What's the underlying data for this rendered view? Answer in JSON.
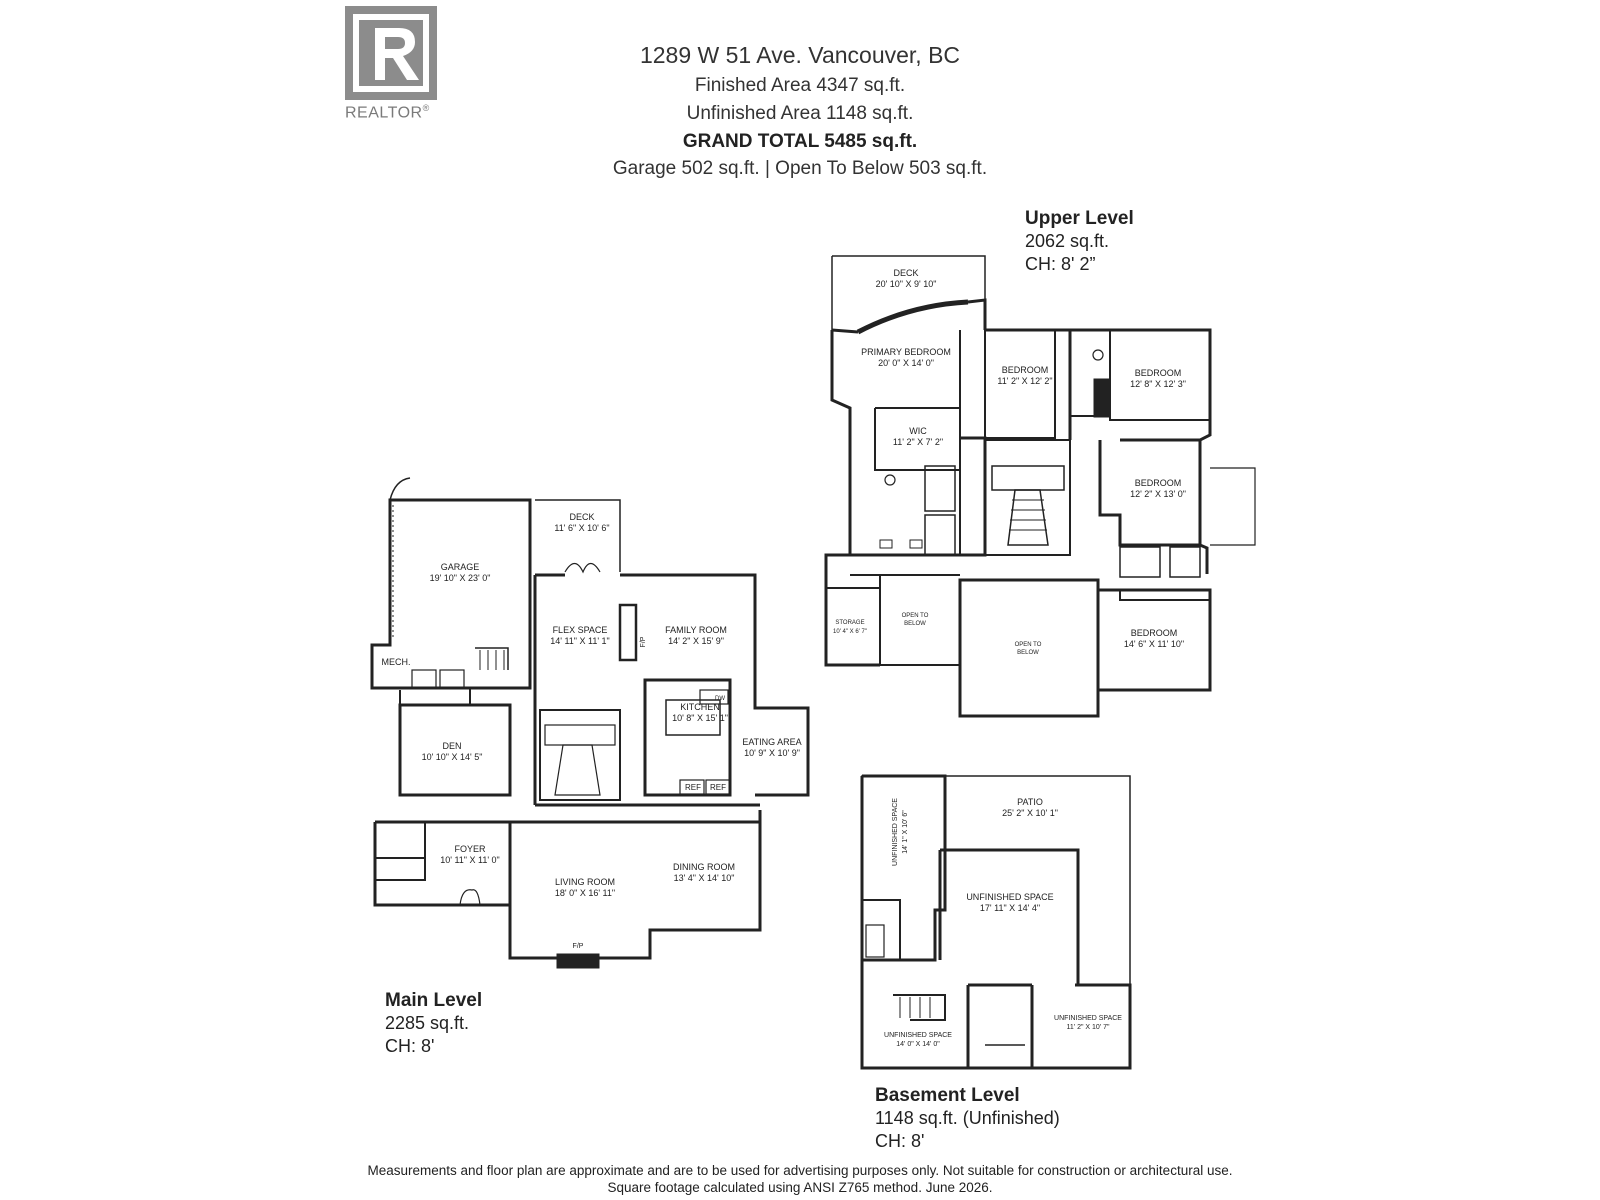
{
  "logo": {
    "mark": "R",
    "word": "REALTOR",
    "reg": "®"
  },
  "header": {
    "address": "1289 W 51 Ave. Vancouver, BC",
    "finished": "Finished Area  4347 sq.ft.",
    "unfinished": "Unfinished Area  1148 sq.ft.",
    "grand_total": "GRAND TOTAL 5485 sq.ft.",
    "garage_open": "Garage  502 sq.ft.  |  Open To Below 503 sq.ft."
  },
  "levels": {
    "upper": {
      "title": "Upper Level",
      "area": "2062 sq.ft.",
      "ch": "CH: 8' 2”"
    },
    "main": {
      "title": "Main Level",
      "area": "2285 sq.ft.",
      "ch": "CH: 8'"
    },
    "basement": {
      "title": "Basement Level",
      "area": "1148 sq.ft. (Unfinished)",
      "ch": "CH: 8'"
    }
  },
  "rooms": {
    "upper_deck": {
      "name": "DECK",
      "dim": "20' 10\" X 9' 10\""
    },
    "primary_bedroom": {
      "name": "PRIMARY BEDROOM",
      "dim": "20' 0\" X 14' 0\""
    },
    "bedroom_a": {
      "name": "BEDROOM",
      "dim": "11' 2\" X 12' 2\""
    },
    "bedroom_b": {
      "name": "BEDROOM",
      "dim": "12' 8\" X 12' 3\""
    },
    "wic": {
      "name": "WIC",
      "dim": "11' 2\" X 7' 2\""
    },
    "bedroom_c": {
      "name": "BEDROOM",
      "dim": "12' 2\" X 13' 0\""
    },
    "storage": {
      "name": "STORAGE",
      "dim": "10' 4\" X 6' 7\""
    },
    "open_below_a": {
      "name": "OPEN TO",
      "name2": "BELOW"
    },
    "open_below_b": {
      "name": "OPEN TO",
      "name2": "BELOW"
    },
    "bedroom_d": {
      "name": "BEDROOM",
      "dim": "14' 6\" X 11' 10\""
    },
    "garage": {
      "name": "GARAGE",
      "dim": "19' 10\" X 23' 0\""
    },
    "main_deck": {
      "name": "DECK",
      "dim": "11' 6\" X 10' 6\""
    },
    "flex_space": {
      "name": "FLEX SPACE",
      "dim": "14' 11\" X 11' 1\""
    },
    "family_room": {
      "name": "FAMILY ROOM",
      "dim": "14' 2\" X 15' 9\""
    },
    "fp_family": {
      "name": "F/P"
    },
    "mech": {
      "name": "MECH."
    },
    "kitchen": {
      "name": "KITCHEN",
      "dim": "10' 8\" X 15' 1\""
    },
    "dw": {
      "name": "DW"
    },
    "ref_a": {
      "name": "REF"
    },
    "ref_b": {
      "name": "REF"
    },
    "eating_area": {
      "name": "EATING AREA",
      "dim": "10' 9\" X 10' 9\""
    },
    "den": {
      "name": "DEN",
      "dim": "10' 10\" X 14' 5\""
    },
    "foyer": {
      "name": "FOYER",
      "dim": "10' 11\" X 11' 0\""
    },
    "living_room": {
      "name": "LIVING ROOM",
      "dim": "18' 0\" X 16' 11\""
    },
    "dining_room": {
      "name": "DINING ROOM",
      "dim": "13' 4\" X 14' 10\""
    },
    "fp_living": {
      "name": "F/P"
    },
    "patio": {
      "name": "PATIO",
      "dim": "25' 2\" X 10' 1\""
    },
    "unfinished_a": {
      "name": "UNFINISHED SPACE",
      "dim": "14' 1\" X 10' 6\""
    },
    "unfinished_b": {
      "name": "UNFINISHED SPACE",
      "dim": "17' 11\" X 14' 4\""
    },
    "unfinished_c": {
      "name": "UNFINISHED SPACE",
      "dim": "14' 0\" X 14' 0\""
    },
    "unfinished_d": {
      "name": "UNFINISHED SPACE",
      "dim": "11' 2\" X 10' 7\""
    }
  },
  "footer": {
    "line1": "Measurements and floor plan are approximate and are to be used for advertising purposes only. Not suitable for construction or architectural use.",
    "line2": "Square footage calculated using ANSI Z765 method. June 2026."
  }
}
